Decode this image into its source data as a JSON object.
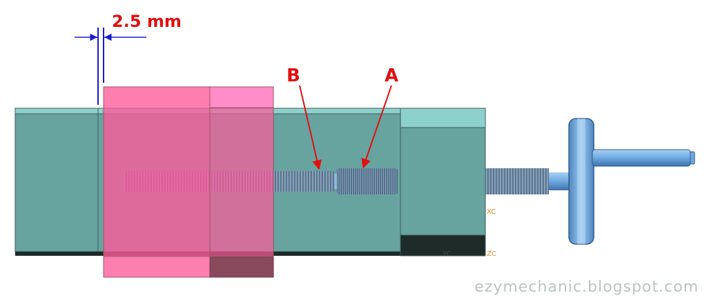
{
  "dimension": {
    "label": "2.5 mm"
  },
  "callouts": {
    "a": "A",
    "b": "B"
  },
  "axes": {
    "xc": "XC",
    "yc": "YC",
    "zc": "ZC"
  },
  "watermark": "ezymechanic.blogspot.com",
  "colors": {
    "body": "#67a39f",
    "body_top": "#8ed0cb",
    "body_dark": "#1f2b29",
    "pink_overlay": "#ff5a9a",
    "thread": "#5e7a93",
    "knob": "#6fa8e0",
    "callout": "#e01010",
    "dimension": "#1a1ad0"
  }
}
